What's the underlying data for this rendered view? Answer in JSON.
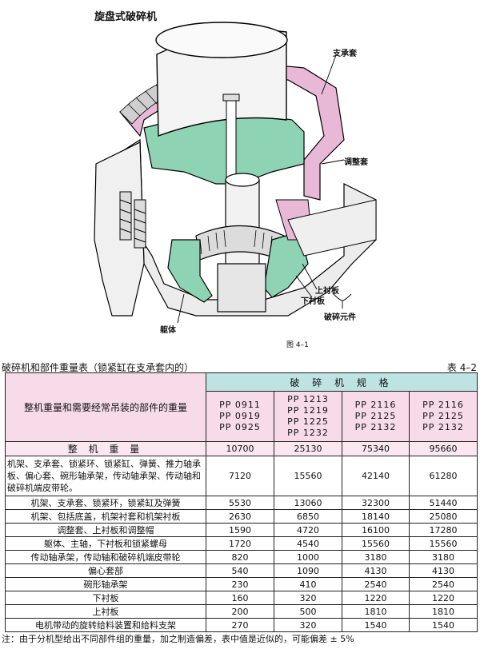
{
  "figure": {
    "title": "旋盘式破碎机",
    "number": "图 4–1",
    "callouts": {
      "support_sleeve": "支承套",
      "adjust_sleeve": "调整套",
      "upper_liner": "上衬板",
      "lower_liner": "下衬板",
      "body": "躯体",
      "crushing_element": "破碎元件"
    }
  },
  "table": {
    "caption": "破碎机和部件重量表（锁紧缸在支承套内的）",
    "number": "表 4–2",
    "parts_header": "整机重量和需要经常吊装的部件的重量",
    "spec_header": "破 碎 机 规 格",
    "models": [
      [
        "PP 0911",
        "PP 0919",
        "PP 0925"
      ],
      [
        "PP 1213",
        "PP 1219",
        "PP 1225",
        "PP 1232"
      ],
      [
        "PP 2116",
        "PP 2125",
        "PP 2132"
      ],
      [
        "PP 2116",
        "PP 2125",
        "PP 2132"
      ]
    ],
    "rows": [
      {
        "label": "整 机 重 量",
        "values": [
          "10700",
          "25130",
          "75340",
          "95660"
        ]
      },
      {
        "label": "机架、支承套、锁紧环、锁紧缸、弹簧、推力轴承板、偏心套、碗形轴承架，传动轴承架、传动轴和破碎机端皮带轮。",
        "values": [
          "7120",
          "15560",
          "42140",
          "61280"
        ]
      },
      {
        "label": "机架、支承套、锁紧环，锁紧缸及弹簧",
        "values": [
          "5530",
          "13060",
          "32300",
          "51440"
        ]
      },
      {
        "label": "机架、包括底盖，机架衬套和机架衬板",
        "values": [
          "2630",
          "6850",
          "18140",
          "25080"
        ]
      },
      {
        "label": "调整套、上衬板和调整帽",
        "values": [
          "1590",
          "4720",
          "16100",
          "17280"
        ]
      },
      {
        "label": "躯体、主轴，下衬板和锁紧螺母",
        "values": [
          "1720",
          "4540",
          "15560",
          "15560"
        ]
      },
      {
        "label": "传动轴承架，传动轴和破碎机端皮带轮",
        "values": [
          "820",
          "1000",
          "3180",
          "3180"
        ]
      },
      {
        "label": "偏心套部",
        "values": [
          "540",
          "1090",
          "4130",
          "4130"
        ]
      },
      {
        "label": "碗形轴承架",
        "values": [
          "230",
          "410",
          "2540",
          "2540"
        ]
      },
      {
        "label": "下衬板",
        "values": [
          "160",
          "320",
          "1220",
          "1220"
        ]
      },
      {
        "label": "上衬板",
        "values": [
          "200",
          "500",
          "1810",
          "1810"
        ]
      },
      {
        "label": "电机带动的旋转给料装置和给料支架",
        "values": [
          "270",
          "320",
          "1540",
          "1540"
        ]
      }
    ],
    "note": "注：由于分机型给出不同部件组的重量，加之制造偏差，表中值是近似的，可能偏差 ± 5%"
  },
  "colors": {
    "green_part": "#8fd3b5",
    "pink_part": "#e9b8d6",
    "steel": "#e8e8e8",
    "spec_header_bg": "#bfe3e3",
    "models_header_bg": "#f7dbe9"
  }
}
